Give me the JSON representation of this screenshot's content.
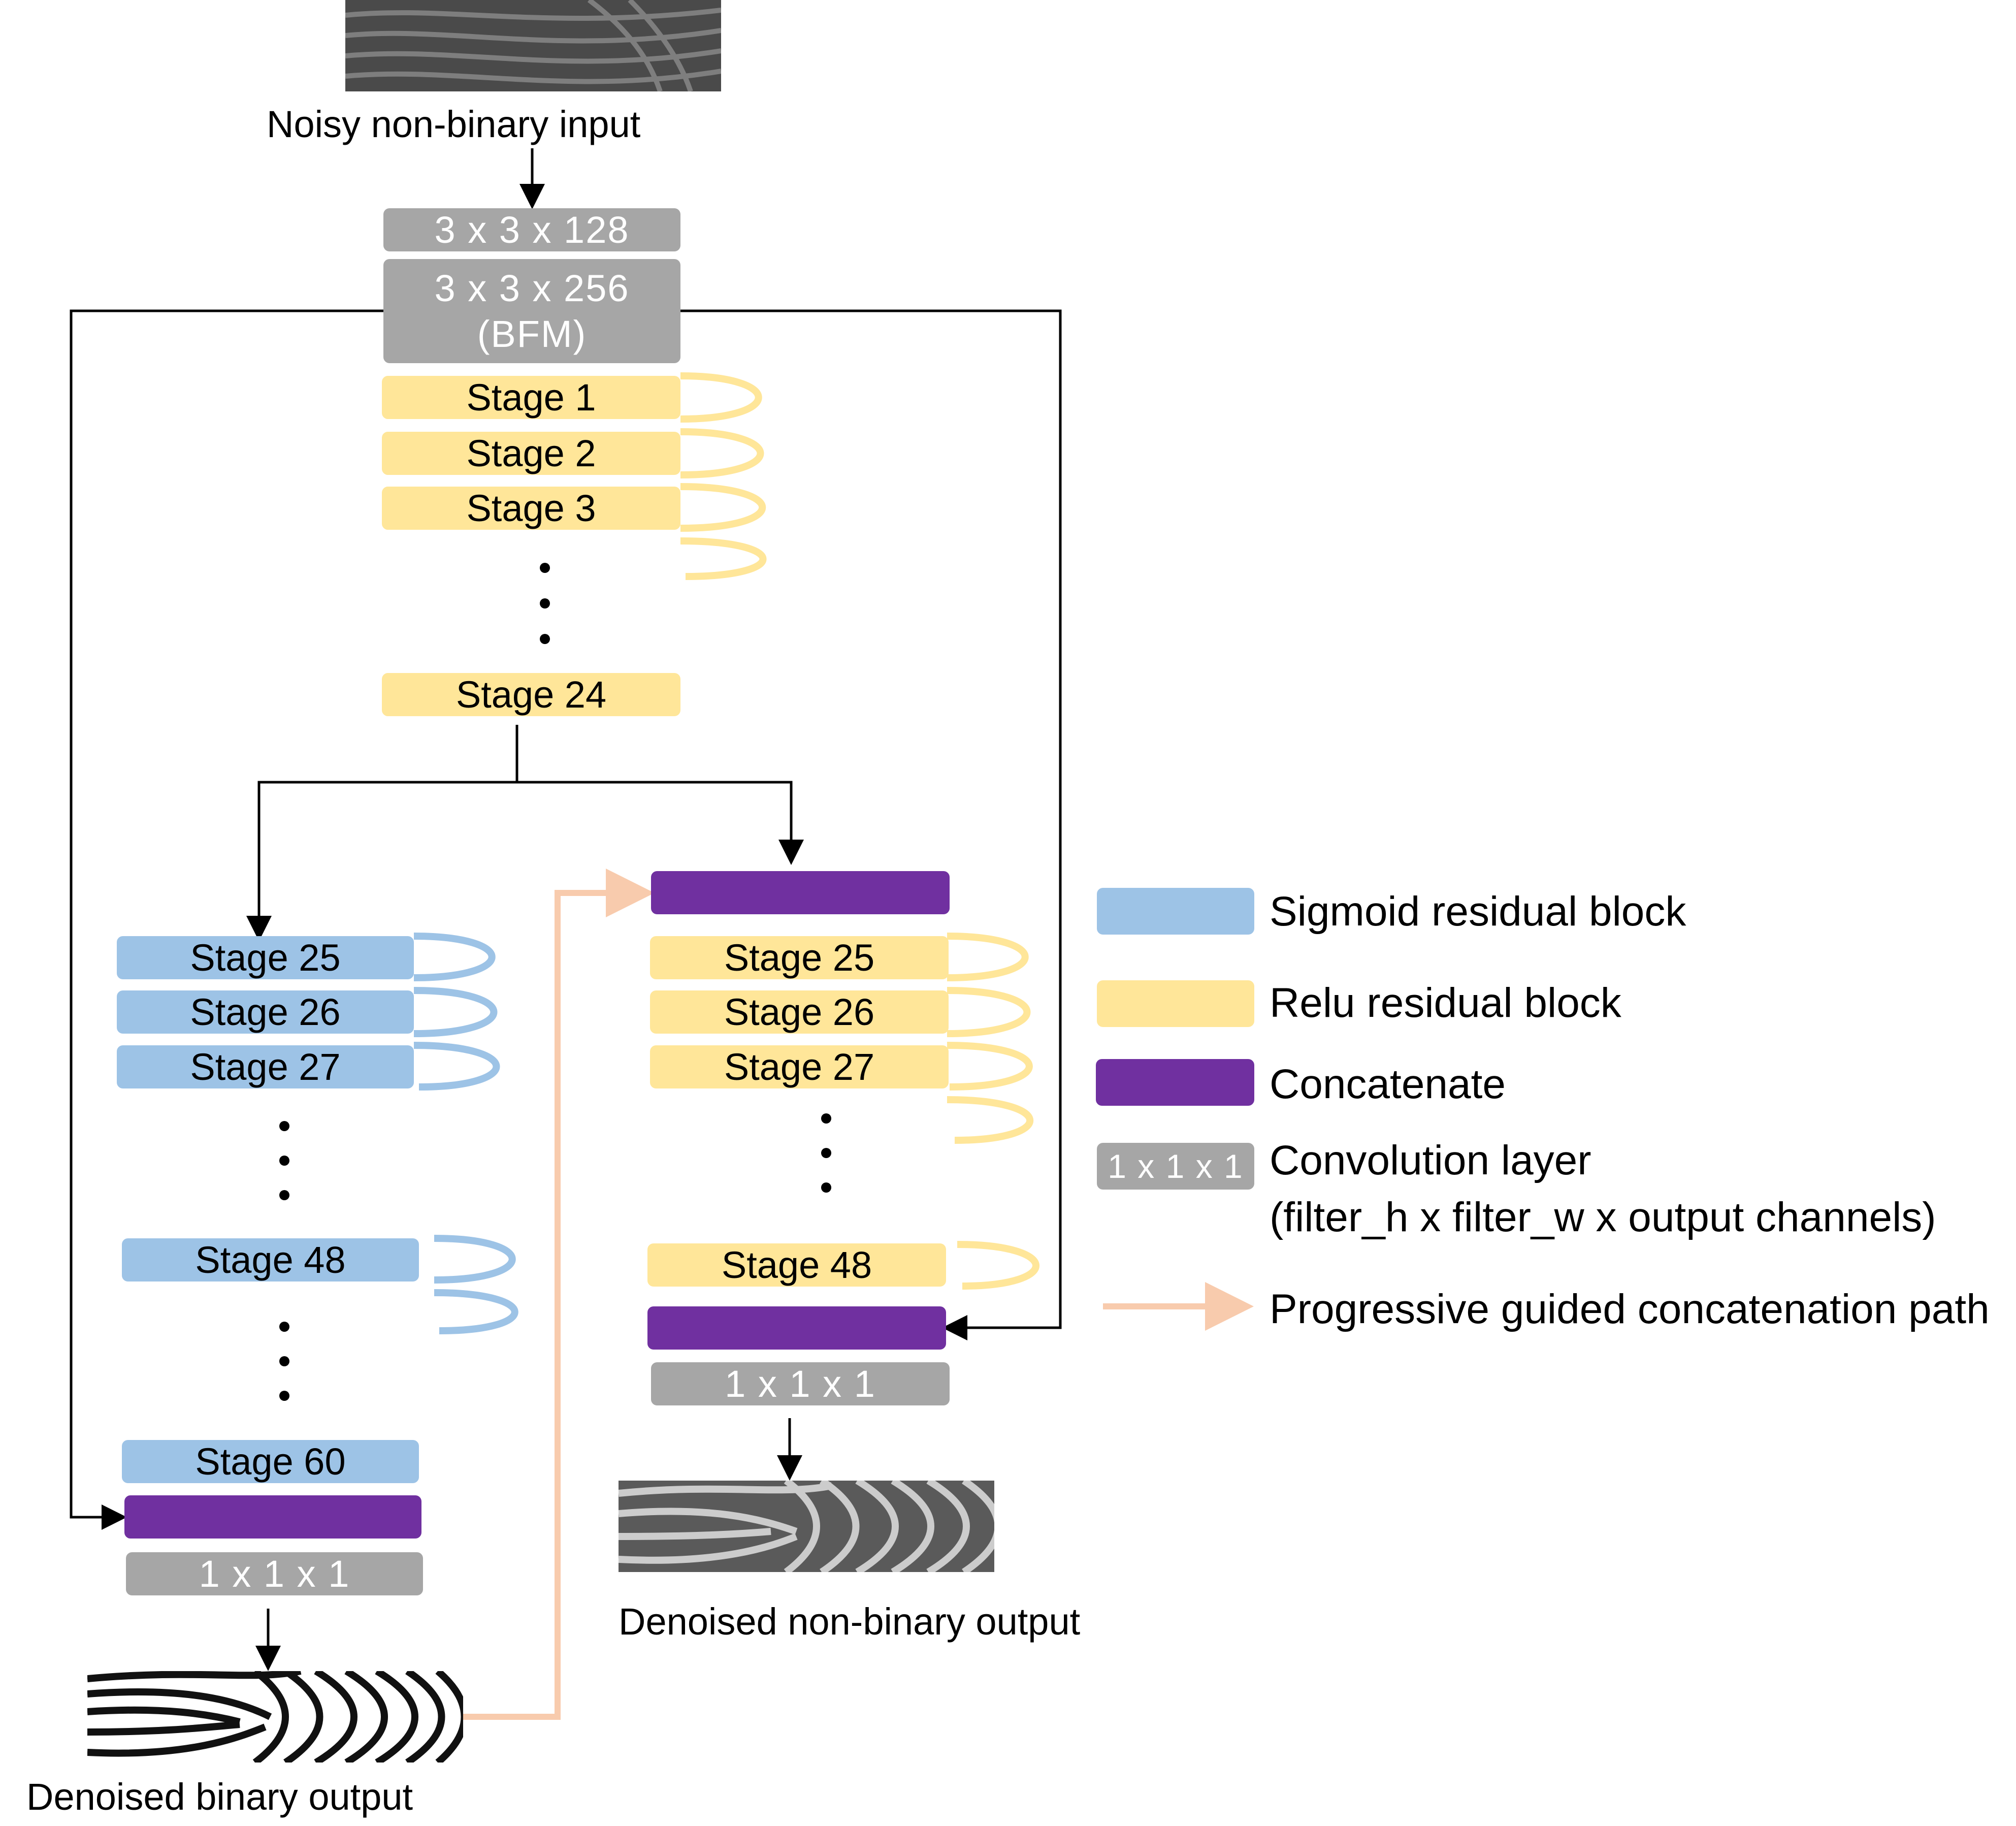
{
  "input": {
    "caption": "Noisy non-binary input"
  },
  "encoder": {
    "conv1_label": "3 x 3 x 128",
    "conv2_label_line1": "3 x 3 x 256",
    "conv2_label_line2": "(BFM)",
    "stages": [
      "Stage 1",
      "Stage 2",
      "Stage 3",
      "Stage 24"
    ]
  },
  "left_branch": {
    "stages": [
      "Stage 25",
      "Stage 26",
      "Stage 27",
      "Stage 48",
      "Stage 60"
    ],
    "conv_label": "1 x 1 x 1",
    "output_caption": "Denoised binary output"
  },
  "right_branch": {
    "stages": [
      "Stage 25",
      "Stage 26",
      "Stage 27",
      "Stage 48"
    ],
    "conv_label": "1 x 1 x 1",
    "output_caption": "Denoised non-binary output"
  },
  "legend": {
    "sigmoid": "Sigmoid residual block",
    "relu": "Relu residual block",
    "concat": "Concatenate",
    "conv_sample": "1 x 1 x 1",
    "conv_line1": "Convolution layer",
    "conv_line2": "(filter_h x filter_w x output channels)",
    "path": "Progressive guided concatenation path"
  },
  "colors": {
    "relu": "#ffe699",
    "sigmoid": "#9dc3e6",
    "concat": "#7030a0",
    "conv": "#a6a6a6",
    "guided_path": "#f8cbad"
  }
}
